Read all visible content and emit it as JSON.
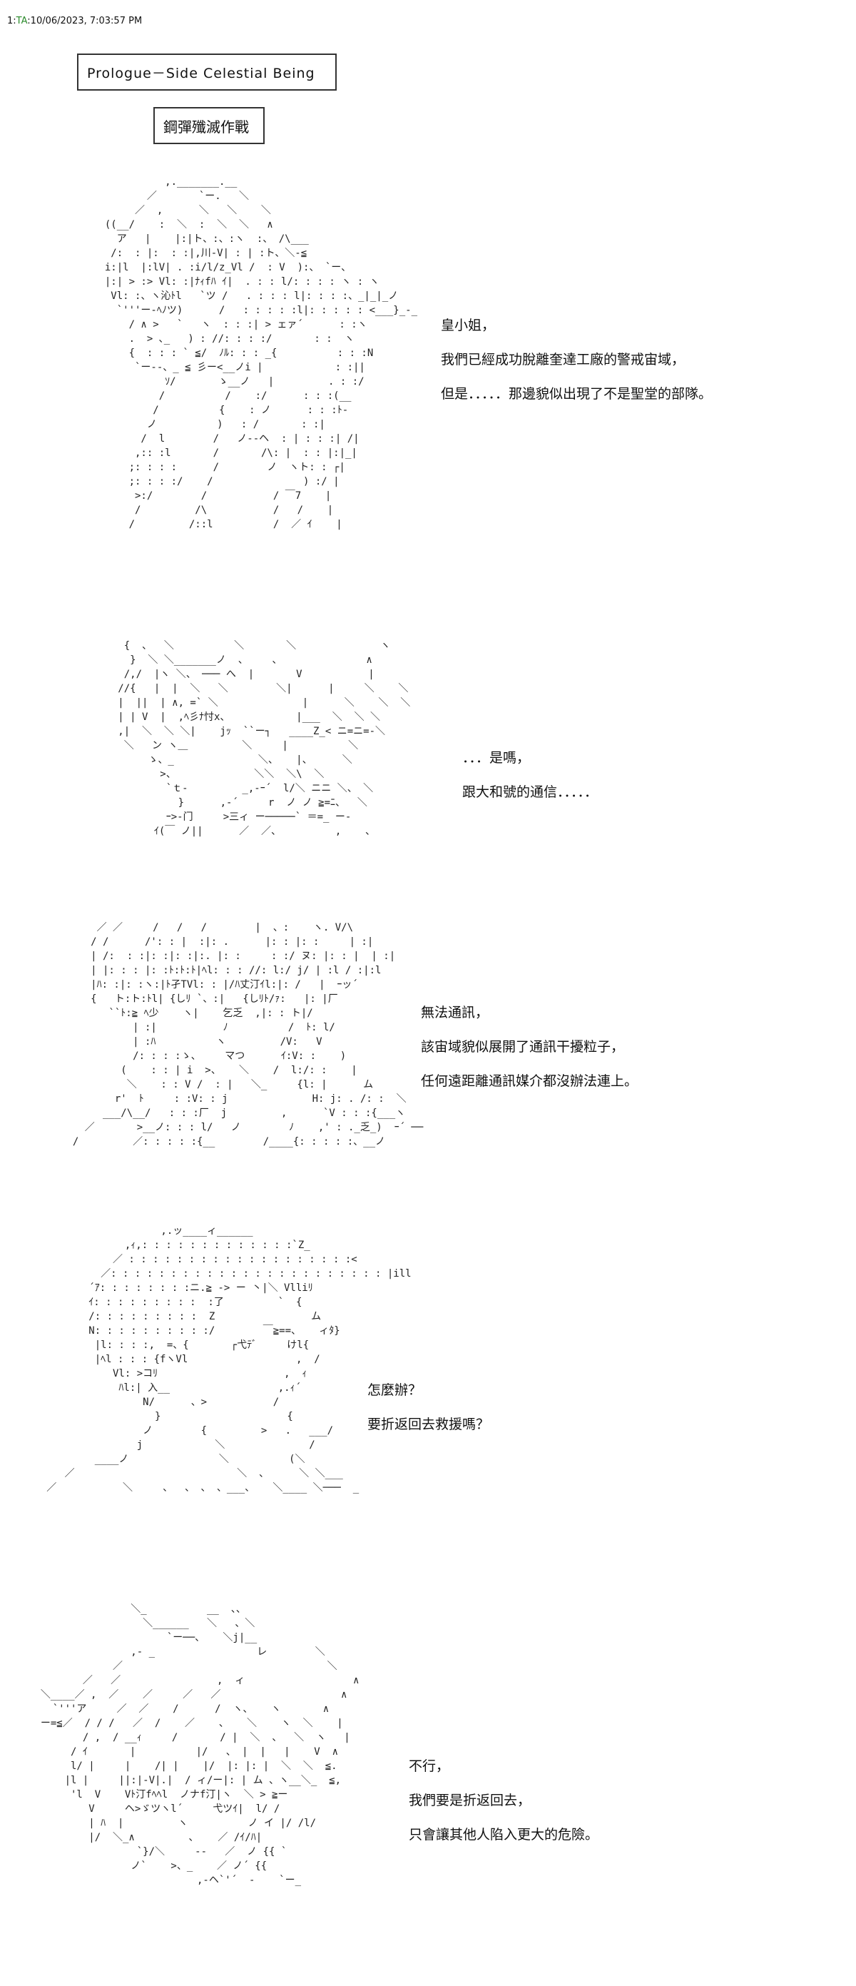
{
  "post_header": {
    "number": "1",
    "name": "TA",
    "timestamp": "10/06/2023, 7:03:57 PM"
  },
  "title_box": "Prologue－Side  Celestial Being",
  "subtitle_box": "鋼彈殲滅作戰",
  "panels": [
    {
      "art": [
        "            ,._______.__",
        "         ／       `ー.   ＼",
        "       ／  ,      ＼   ＼    ＼",
        "  ((__/    :  ＼  :  ＼  ＼   ∧",
        "    ア   |    |:|ト、:、:ヽ  :、 /\\___",
        "   /:  : |:  : :|,川-V| : | :ト、＼-≦",
        "  i:|l  |:lV| . :i/l/z_Vl /  : V  ):、 `ー、",
        "  |:| > :> Vl: :|ﾅｨfﾊ ｲ|  . : : l/: : : : ヽ : ヽ",
        "   Vl: :、ヽ沁ﾄl   `ツ /   . : : : l|: : : :、_|_|_ノ",
        "    `'''ー-ﾍﾉツ)      /   : : : : :l|: : : : : <___}_-_",
        "      / ∧ >   `   ヽ  : : :| > ェァ´      : :ヽ",
        "      .  > ､_   ) : //: : : :/       : :  ヽ",
        "      {  : : : ` ≦/  ﾉﾙ: : : _{          : : :N",
        "       `ー--、_ ≦ 彡ー<__ノi |            : :||",
        "            ｿ/       ゝ__ノ   |         . : :/",
        "           /          /    :/      : : :(__",
        "          /          {    : ノ      : : :ﾄ-",
        "         ノ          )   : /       : :|",
        "        /  l        /   ノ--ヘ  : | : : :| /|",
        "       ,:: :l       /       /\\: |  : : |:|_|",
        "      ;: : : :      /        ノ  ヽト: : ┌|",
        "      ;: : : :/    /               ) :/ |",
        "       >:/        /           / ￣7    |",
        "       /         /\\           /   /    |",
        "      /         /::l          /  ／ ｲ    |"
      ],
      "lines": [
        "皇小姐，",
        "我們已經成功脫離奎達工廠的警戒宙域，",
        "但是．．．．．那邊貌似出現了不是聖堂的部隊。"
      ]
    },
    {
      "art": [
        "    {  、  ＼          ＼       ＼              ヽ",
        "     }  ＼ ＼_______ノ  、    、              ∧",
        "    /,/  |ヽ ＼、 ─── へ  |       V           |",
        "   //{   |  |  ＼   ＼        ＼|      |     ＼    ＼",
        "   |  ||  | ∧, =` ＼              |      ＼    ＼  ＼",
        "   | | V  |  ,ﾍ彡ﾅ忖x、           |___  ＼  ＼ ＼",
        "   ,|  ＼  ＼ ＼|    jｯ  ``ー┐   ____Z_< ニ=ニ=-＼",
        "    ＼   ン ヽ＿         ＼     |          ＼",
        "        ゝ、_              ＼、   |、     ＼",
        "          >、             ＼＼  ＼\\  ＼",
        "           `ｔ-         _,-ｰ´  l/＼ ニニ ＼、 ＼",
        "             }      ,-´     r  ノ ノ ≧=ﾆ、  ＼",
        "           ｰ>-门     >三ィ ー─────` ＝=_ ー-",
        "         ｲ(￣ ノ||      ／  ／、         ,    、"
      ],
      "lines": [
        "．．．是嗎，",
        "跟大和號的通信．．．．．"
      ]
    },
    {
      "art": [
        "      ／ ／     /   /   /        |  、:    ヽ. V/\\",
        "     / /      /': : |  :|: .      |: : |: :     | :|",
        "     | /:  : :|: :|: :|:. |: :     : :/ ヌ: |: : |  | :|",
        "     | |: : : |: :ﾄ:ﾄ:ﾄ|ﾍl: : : //: l:/ j/ | :l / :|:l",
        "     |ﾊ: :|: :ヽ:|ﾄ孑TVl: : |/ﾊ丈汀ｲl:|: /   |  ｰッ´",
        "     {   ト:ト:ﾄl| {しﾘ `、:|   {しﾘﾄ/ｧ:   |: |厂",
        "        ``ﾄ:≧ ﾍ少    ヽ|    乞乏  ,|: : ト|/",
        "            | :|           ﾉ          /  ﾄ: l/",
        "            | :ﾊ          ヽ         /V:   V",
        "            /: : : :ゝ、    マつ      ｲ:V: :    )",
        "          (    : : | i  >、   ＼    /  l:/: :    |",
        "           ＼    : : V /  : |   ＼_     {l: |      ム",
        "         r'  ﾄ     : :V: : j              H: j: . /: :  ＼",
        "       ___/\\__/   : : :厂  j         ,      `V : : :{___ヽ",
        "    ／       >__ノ: : : l/   ノ        ﾉ    ,' : ._乏_)  ｰ´ ──",
        "  /         ／: : : : :{__        /____{: : : : :、__ノ"
      ],
      "lines": [
        "無法通訊，",
        "該宙域貌似展開了通訊干擾粒子，",
        "任何遠距離通訊媒介都沒辦法連上。"
      ]
    },
    {
      "art": [
        "                      ,.ッ____ィ______",
        "                ,ｨ,: : : : : : : : : : : : :`Z_",
        "              ／ : : : : : : : : : : : : : : : : : : :<",
        "            ／: : : : : : : : : : : : : : : : : : : : : : : |ill",
        "          ´ｱ: : : : : : : :ニ.≧ -> ー 丶|＼ Vlliﾘ",
        "          ｲ: : : : : : : : :  :了         `  {",
        "          /: : : : : : : : :  Z                ム",
        "          N: : : : : : : : : :/        ￣≧==、   ィﾀ}",
        "           |l: : : :,  =、{       ┌弋ﾃﾞ     けl{",
        "           |ﾍl : : : {fヽVl                  ,  /",
        "              Vl: >コﾘ                     ,  ｨ",
        "               ﾊl:| 入__                  ,.ｨ´",
        "                   N/      、>           /",
        "                     }                     {",
        "                   ノ        {         >   .   ___/",
        "                  j            ＼              /",
        "           ____ノ               ＼          (＼",
        "      ／                           ＼  、     ＼ ＼___",
        "   ／           ＼     、  、 、 、___、   ＼____ ＼───  _"
      ],
      "lines": [
        "怎麼辦？",
        "要折返回去救援嗎？"
      ]
    },
    {
      "art": [
        "                 ＼_          __  、、",
        "                   ＼______   ＼   、＼",
        "                       `ー──、   ＼j|__",
        "                 ,- _                 レ        ＼",
        "              ／                                  ＼",
        "         ／   ／                ,  ィ                  ∧",
        "  ＼____／ ,  ／    ／     ／   ／                    ∧",
        "    `'''ア     ／  ／    /      /  ヽ、   ヽ       ∧",
        "  ー=≦／  / / /   ／  /    ／    、   ＼    ヽ  ＼    |",
        "         / ,  / __ｨ     /       / |  ＼  、  ＼  ヽ   |",
        "       / ｲ       |          |/   、 |  |   |    V  ∧",
        "       l/ |     |    /| |    |/  |: |: |  ＼  ＼  ≦.",
        "      |l |     ||:|-V|.|  / ィ/ー|: | ム 、ヽ__＼_  ≦,",
        "       'l  V    Vﾄ汀fﾍﾍl  ノナf汀|ヽ  ＼ > ≧ー",
        "          V     ヘ>ゞツヽl´     弋ツｲ|  l/ /",
        "          | ﾊ  |         ヽ          ノ イ |/ /l/",
        "          |/  ＼_∧         ､    ／ /ｲ/ﾊ|",
        "                  `}/＼     ‐‐   ／  ノ {{ `",
        "                 ノ`    >、_    ／ ノ´ {{",
        "                            ,-ヘ`'´  ‐    `ー_"
      ],
      "lines": [
        "不行，",
        "我們要是折返回去，",
        "只會讓其他人陷入更大的危險。"
      ]
    }
  ]
}
